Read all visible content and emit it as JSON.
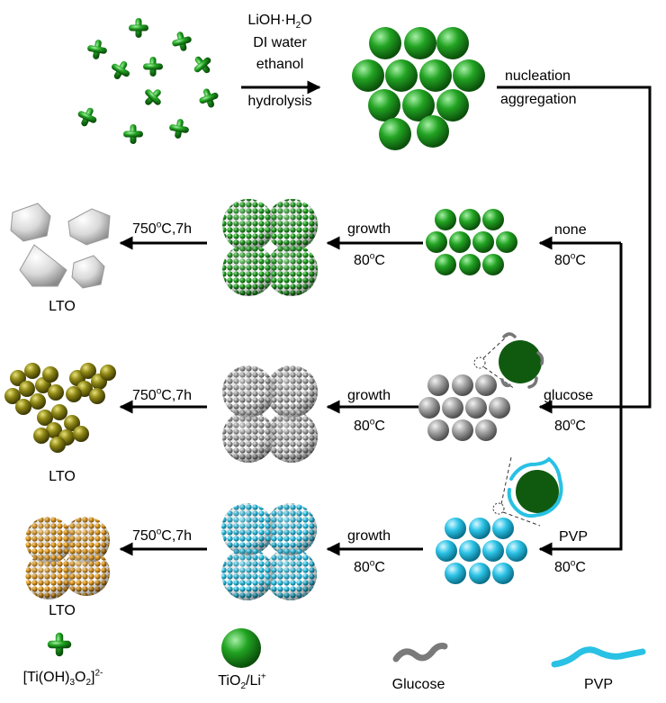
{
  "step1": {
    "line1": "LiOH·H",
    "line1_sub": "2",
    "line1_tail": "O",
    "line2": "DI water",
    "line3": "ethanol",
    "line4": "hydrolysis"
  },
  "branch": {
    "line1": "nucleation",
    "line2": "aggregation"
  },
  "rows": [
    {
      "additive": "none",
      "temp": "80",
      "temp_unit": "C",
      "growth": "growth",
      "calcine_a": "750",
      "calcine_b": "C,7h",
      "product": "LTO"
    },
    {
      "additive": "glucose",
      "temp": "80",
      "temp_unit": "C",
      "growth": "growth",
      "calcine_a": "750",
      "calcine_b": "C,7h",
      "product": "LTO"
    },
    {
      "additive": "PVP",
      "temp": "80",
      "temp_unit": "C",
      "growth": "growth",
      "calcine_a": "750",
      "calcine_b": "C,7h",
      "product": "LTO"
    }
  ],
  "degree_sign": "o",
  "legend": {
    "precursor_a": "[Ti(OH)",
    "precursor_s1": "3",
    "precursor_b": "O",
    "precursor_s2": "2",
    "precursor_c": "]",
    "precursor_sup": "2-",
    "sphere_a": "TiO",
    "sphere_s": "2",
    "sphere_b": "/Li",
    "sphere_sup": "+",
    "glucose": "Glucose",
    "pvp": "PVP"
  },
  "colors": {
    "green": "#1e9a1e",
    "gray": "#9c9c9c",
    "cyan": "#29c1e4",
    "olive": "#8c8412",
    "orange": "#e39a1b",
    "dark_green": "#0f5a0f",
    "white_solid": "#e8e8e8"
  }
}
